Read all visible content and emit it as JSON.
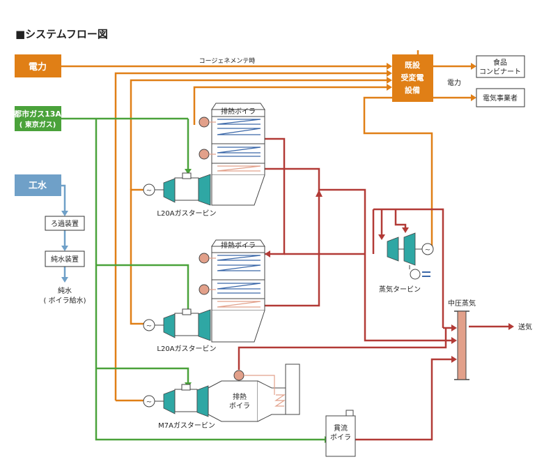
{
  "title": "■システムフロー図",
  "colors": {
    "power": "#e07f16",
    "gas": "#4aa23a",
    "water": "#6fa0c8",
    "steam": "#b23a36",
    "steam_light": "#e2a08a",
    "teal": "#2fa7a4"
  },
  "boxes": {
    "power": "電力",
    "gas_line1": "都市ガス13A",
    "gas_line2": "( 東京ガス)",
    "water": "工水",
    "substation_line1": "既設",
    "substation_line2": "受変電",
    "substation_line3": "設備",
    "food_line1": "食品",
    "food_line2": "コンビナート",
    "electric_business": "電気事業者",
    "filter": "ろ過装置",
    "purifier": "純水装置"
  },
  "labels": {
    "cogen_maintenance": "コージェネメンテ時",
    "power_out": "電力",
    "pure_water_line1": "純水",
    "pure_water_line2": "( ボイラ給水)",
    "boiler1": "排熱ボイラ",
    "boiler2": "排熱ボイラ",
    "boiler3_line1": "排熱",
    "boiler3_line2": "ボイラ",
    "turbine1": "L20Aガスタービン",
    "turbine2": "L20Aガスタービン",
    "turbine3": "M7Aガスタービン",
    "steam_turbine": "蒸気タービン",
    "medium_pressure_steam": "中圧蒸気",
    "steam_out": "送気",
    "once_through_line1": "貫流",
    "once_through_line2": "ボイラ"
  }
}
